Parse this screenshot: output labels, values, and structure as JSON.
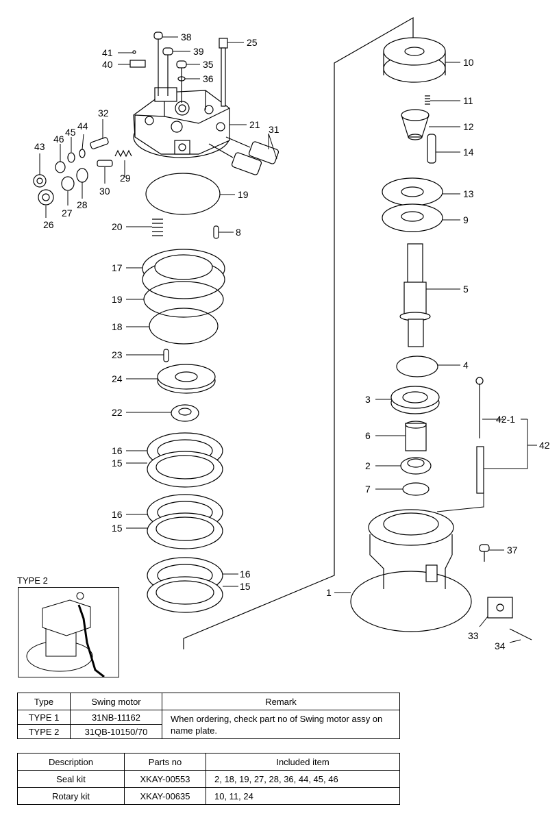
{
  "labels": {
    "p1": "1",
    "p2": "2",
    "p3": "3",
    "p4": "4",
    "p5": "5",
    "p6": "6",
    "p7": "7",
    "p8": "8",
    "p9": "9",
    "p10": "10",
    "p11": "11",
    "p12": "12",
    "p13": "13",
    "p14": "14",
    "p15a": "15",
    "p15b": "15",
    "p15c": "15",
    "p16a": "16",
    "p16b": "16",
    "p16c": "16",
    "p17": "17",
    "p18": "18",
    "p19a": "19",
    "p19b": "19",
    "p20": "20",
    "p21": "21",
    "p22": "22",
    "p23": "23",
    "p24": "24",
    "p25": "25",
    "p26": "26",
    "p27": "27",
    "p28": "28",
    "p29": "29",
    "p30": "30",
    "p31": "31",
    "p32": "32",
    "p33": "33",
    "p34": "34",
    "p35": "35",
    "p36": "36",
    "p37": "37",
    "p38": "38",
    "p39": "39",
    "p40": "40",
    "p41": "41",
    "p42": "42",
    "p42_1": "42-1",
    "p43": "43",
    "p44": "44",
    "p45": "45",
    "p46": "46"
  },
  "type2_title": "TYPE 2",
  "type_table": {
    "headers": [
      "Type",
      "Swing motor",
      "Remark"
    ],
    "rows": [
      {
        "type": "TYPE 1",
        "motor": "31NB-11162"
      },
      {
        "type": "TYPE 2",
        "motor": "31QB-10150/70"
      }
    ],
    "remark": "When ordering, check part no of Swing motor assy on name plate."
  },
  "kit_table": {
    "headers": [
      "Description",
      "Parts no",
      "Included item"
    ],
    "rows": [
      {
        "description": "Seal kit",
        "parts_no": "XKAY-00553",
        "items": "2, 18, 19, 27, 28, 36, 44, 45, 46"
      },
      {
        "description": "Rotary kit",
        "parts_no": "XKAY-00635",
        "items": "10, 11, 24"
      }
    ]
  }
}
